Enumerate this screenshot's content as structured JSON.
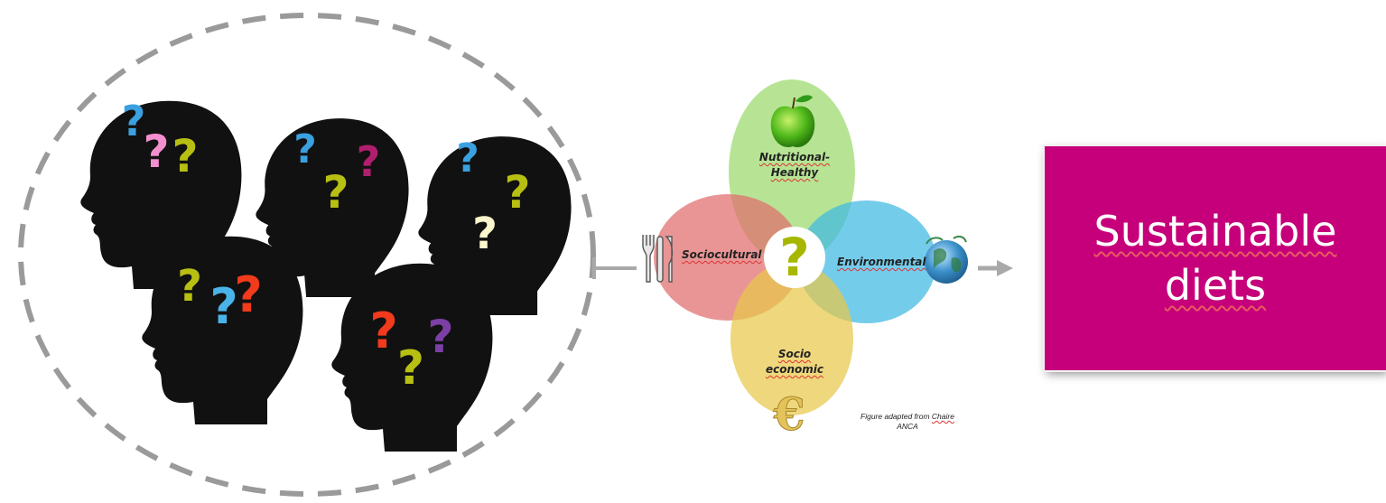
{
  "colors": {
    "head": "#111111",
    "dashed_circle": "#9a9a9a",
    "petal_top": "#9ad96b",
    "petal_left": "#e06c6c",
    "petal_right": "#3fb8e3",
    "petal_bottom": "#e8c84a",
    "result_box": "#c6007a",
    "arrow": "#a9a9a9"
  },
  "heads": [
    {
      "marks": [
        {
          "g": "?",
          "c": "#3aa0e0"
        },
        {
          "g": "?",
          "c": "#f48fcf"
        },
        {
          "g": "?",
          "c": "#b7bf12"
        }
      ]
    },
    {
      "marks": [
        {
          "g": "?",
          "c": "#3aa0e0"
        },
        {
          "g": "?",
          "c": "#b7bf12"
        },
        {
          "g": "?",
          "c": "#b01f6e"
        }
      ]
    },
    {
      "marks": [
        {
          "g": "?",
          "c": "#3aa0e0"
        },
        {
          "g": "?",
          "c": "#b7bf12"
        },
        {
          "g": "?",
          "c": "#fbf6cc"
        }
      ]
    },
    {
      "marks": [
        {
          "g": "?",
          "c": "#b7bf12"
        },
        {
          "g": "?",
          "c": "#4ab3ea"
        },
        {
          "g": "?",
          "c": "#f23a1d"
        }
      ]
    },
    {
      "marks": [
        {
          "g": "?",
          "c": "#f23a1d"
        },
        {
          "g": "?",
          "c": "#b7bf12"
        },
        {
          "g": "?",
          "c": "#7b3fa6"
        }
      ]
    }
  ],
  "petals": {
    "top": "Nutritional-\nHealthy",
    "left": "Sociocultural",
    "right": "Environmental",
    "bottom": "Socio\neconomic"
  },
  "center_mark": "?",
  "icons": [
    "apple-icon",
    "cutlery-icon",
    "globe-icon",
    "euro-icon"
  ],
  "credit": {
    "prefix": "Figure adapted from ",
    "linked": "Chaire",
    "suffix": "ANCA"
  },
  "result": "Sustainable diets"
}
